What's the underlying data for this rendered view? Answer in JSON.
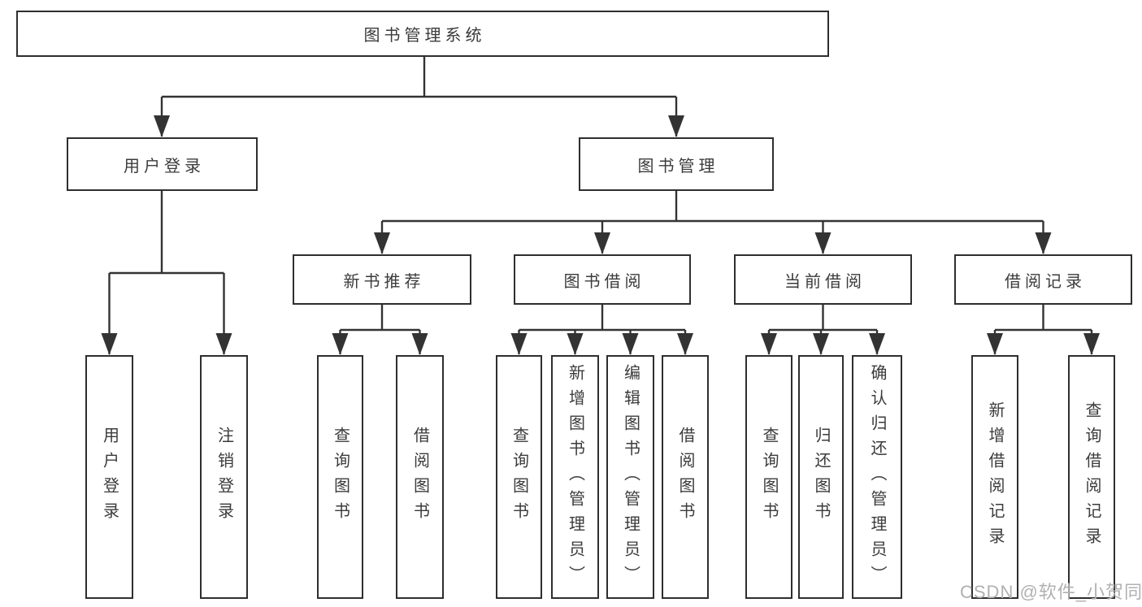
{
  "diagram": {
    "title": "图书管理系统",
    "root_label": "图书管理系统",
    "branches": [
      {
        "label": "用户登录",
        "children": [
          "用户登录",
          "注销登录"
        ]
      },
      {
        "label": "图书管理",
        "groups": [
          {
            "label": "新书推荐",
            "children": [
              "查询图书",
              "借阅图书"
            ]
          },
          {
            "label": "图书借阅",
            "children": [
              "查询图书",
              "新增图书（管理员）",
              "编辑图书（管理员）",
              "借阅图书"
            ]
          },
          {
            "label": "当前借阅",
            "children": [
              "查询图书",
              "归还图书",
              "确认归还（管理员）"
            ]
          },
          {
            "label": "借阅记录",
            "children": [
              "新增借阅记录",
              "查询借阅记录"
            ]
          }
        ]
      }
    ]
  },
  "watermark": "CSDN @软件_小贺同学",
  "colors": {
    "line": "#333333",
    "box_border": "#2e2e2e",
    "text": "#3b3b3b",
    "watermark": "#b0b0b0",
    "background": "#ffffff"
  }
}
